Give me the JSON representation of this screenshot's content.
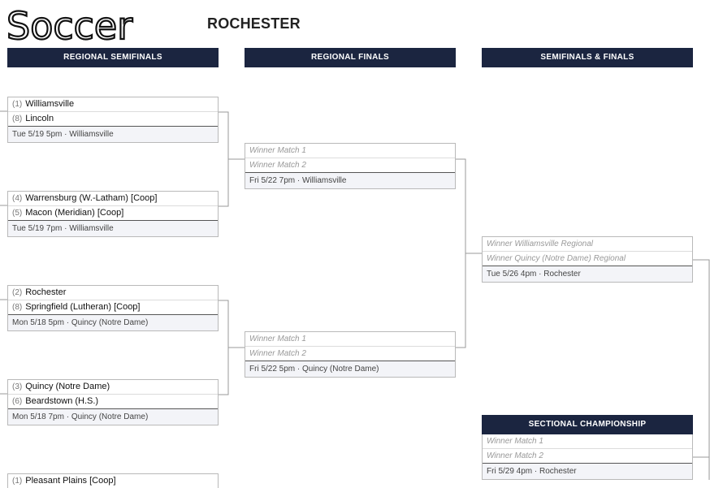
{
  "logo_text": "Soccer",
  "page_title": "ROCHESTER",
  "columns": {
    "regional_semifinals": "REGIONAL SEMIFINALS",
    "regional_finals": "REGIONAL FINALS",
    "semis_finals": "SEMIFINALS & FINALS",
    "sectional_championship": "SECTIONAL CHAMPIONSHIP"
  },
  "semifinals": [
    {
      "team1_seed": "(1)",
      "team1": "Williamsville",
      "team2_seed": "(8)",
      "team2": "Lincoln",
      "info": "Tue 5/19 5pm · Williamsville"
    },
    {
      "team1_seed": "(4)",
      "team1": "Warrensburg (W.-Latham) [Coop]",
      "team2_seed": "(5)",
      "team2": "Macon (Meridian) [Coop]",
      "info": "Tue 5/19 7pm · Williamsville"
    },
    {
      "team1_seed": "(2)",
      "team1": "Rochester",
      "team2_seed": "(8)",
      "team2": "Springfield (Lutheran) [Coop]",
      "info": "Mon 5/18 5pm · Quincy (Notre Dame)"
    },
    {
      "team1_seed": "(3)",
      "team1": "Quincy (Notre Dame)",
      "team2_seed": "(6)",
      "team2": "Beardstown (H.S.)",
      "info": "Mon 5/18 7pm · Quincy (Notre Dame)"
    },
    {
      "team1_seed": "(1)",
      "team1": "Pleasant Plains [Coop]"
    }
  ],
  "finals": [
    {
      "team1": "Winner Match 1",
      "team2": "Winner Match 2",
      "info": "Fri 5/22 7pm · Williamsville"
    },
    {
      "team1": "Winner Match 1",
      "team2": "Winner Match 2",
      "info": "Fri 5/22 5pm · Quincy (Notre Dame)"
    }
  ],
  "semis": {
    "team1": "Winner Williamsville Regional",
    "team2": "Winner Quincy (Notre Dame) Regional",
    "info": "Tue 5/26 4pm · Rochester"
  },
  "championship": {
    "team1": "Winner Match 1",
    "team2": "Winner Match 2",
    "info": "Fri 5/29 4pm · Rochester"
  }
}
